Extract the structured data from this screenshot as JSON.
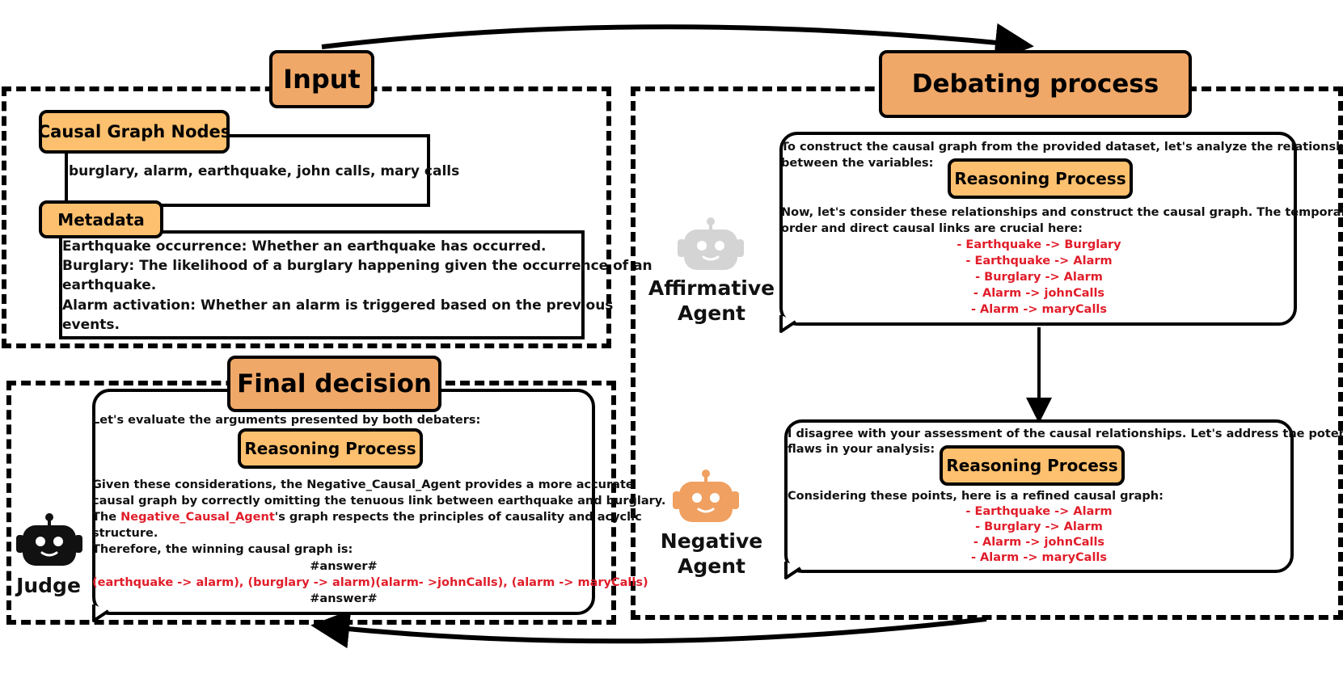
{
  "input": {
    "title": "Input",
    "nodes_tag": "Causal Graph Nodes",
    "nodes_value": "burglary, alarm, earthquake, john calls, mary calls",
    "metadata_tag": "Metadata",
    "metadata_lines": [
      "Earthquake occurrence: Whether an earthquake has occurred.",
      "Burglary: The likelihood of a burglary happening given the occurrence of an",
      "earthquake.",
      "Alarm activation: Whether an alarm is triggered based on the previous",
      "events."
    ]
  },
  "debate": {
    "title": "Debating process",
    "affirmative": {
      "agent_label_1": "Affirmative",
      "agent_label_2": "Agent",
      "intro_1": "To construct the causal graph from the provided dataset, let's analyze the relationships",
      "intro_2": "between the variables:",
      "reasoning_tag": "Reasoning Process",
      "mid_1": "Now, let's consider these relationships and construct the causal graph. The temporal",
      "mid_2": "order and direct causal links are crucial here:",
      "edges": [
        "- Earthquake -> Burglary",
        "- Earthquake -> Alarm",
        "- Burglary -> Alarm",
        "- Alarm -> johnCalls",
        "- Alarm -> maryCalls"
      ]
    },
    "negative": {
      "agent_label_1": "Negative",
      "agent_label_2": "Agent",
      "intro_1": "I disagree with your assessment of the causal relationships. Let's address the potential",
      "intro_2": "flaws in your analysis:",
      "reasoning_tag": "Reasoning Process",
      "mid": "Considering these points, here is a refined causal graph:",
      "edges": [
        "- Earthquake -> Alarm",
        "- Burglary -> Alarm",
        "- Alarm -> johnCalls",
        "- Alarm -> maryCalls"
      ]
    }
  },
  "final": {
    "title": "Final decision",
    "judge_label": "Judge",
    "intro": "Let's evaluate the arguments presented by both debaters:",
    "reasoning_tag": "Reasoning Process",
    "line1": "Given these considerations, the Negative_Causal_Agent provides a more accurate",
    "line2": "causal graph by correctly omitting the tenuous link between earthquake and burglary.",
    "line3_pre": "The ",
    "line3_red": "Negative_Causal_Agent",
    "line3_post": "'s graph respects the principles of causality and acyclic",
    "line4": "structure.",
    "line5": "Therefore, the winning causal graph is:",
    "answer_tag_open": "#answer#",
    "answer": "(earthquake -> alarm), (burglary -> alarm)(alarm- >johnCalls), (alarm -> maryCalls)",
    "answer_tag_close": "#answer#"
  },
  "colors": {
    "title_fill": "#f0a868",
    "tag_fill": "#fdc06e",
    "highlight_red": "#e11d2a",
    "robot_gray": "#d4d4d4",
    "robot_orange": "#f0a060",
    "robot_black": "#111111"
  }
}
